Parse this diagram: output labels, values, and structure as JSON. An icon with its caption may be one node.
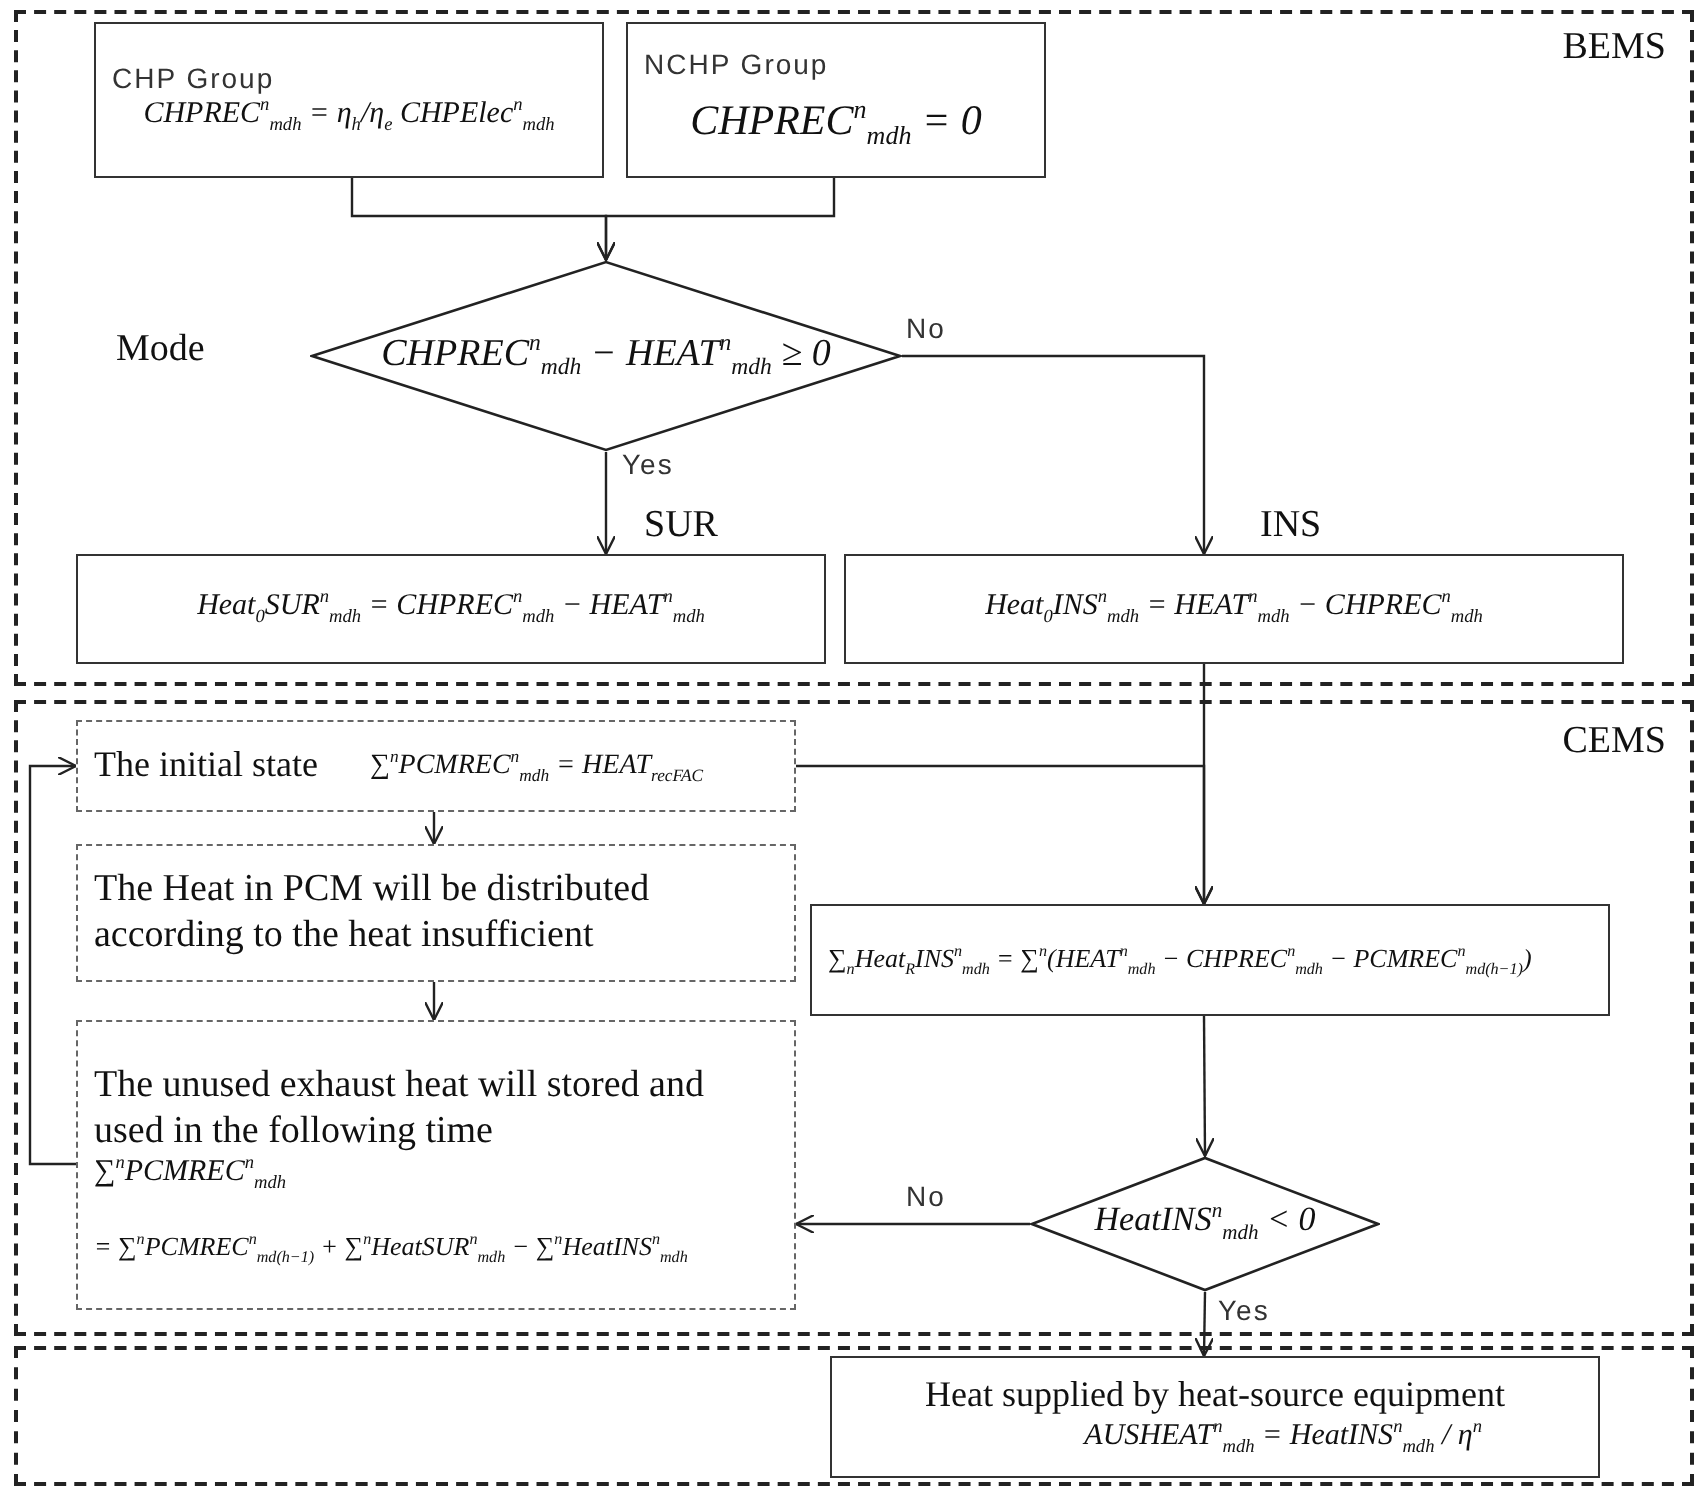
{
  "diagram": {
    "nodes": [
      {
        "text": [
          "BEMS"
        ]
      },
      {
        "text": [
          "CHP Group",
          "CHPREC$^{n}$$_{mdh}$ = η$_{h}$/η$_{e}$ CHPElec$^{n}$$_{mdh}$"
        ],
        "in": 0
      },
      {
        "text": [
          "NCHP Group",
          "CHPREC$^{n}$$_{mdh}$ = 0"
        ],
        "in": 0
      },
      {
        "text": [
          "CHPREC$^{n}$$_{mdh}$ − HEAT$^{n}$$_{mdh}$ ≥ 0"
        ],
        "in": 0
      },
      {
        "text": [
          "Heat$_{0}$SUR$^{n}$$_{mdh}$ = CHPREC$^{n}$$_{mdh}$ − HEAT$^{n}$$_{mdh}$"
        ],
        "in": 0,
        "beside": [
          "SUR"
        ]
      },
      {
        "text": [
          "Heat$_{0}$INS$^{n}$$_{mdh}$ = HEAT$^{n}$$_{mdh}$ − CHPREC$^{n}$$_{mdh}$"
        ],
        "in": 0,
        "beside": [
          "INS"
        ]
      },
      {
        "text": [
          "CEMS"
        ]
      },
      {
        "text": [
          "The initial state",
          "∑$^{n}$PCMREC$^{n}$$_{mdh}$ = HEAT$_{recFAC}$"
        ],
        "in": 6
      },
      {
        "text": [
          "The Heat in PCM will be distributed according to the heat insufficient"
        ],
        "in": 6
      },
      {
        "text": [
          "The unused exhaust heat will stored and used in the following time",
          "∑$^{n}$PCMREC$^{n}$$_{mdh}$",
          "= ∑$^{n}$PCMREC$^{n}$$_{md(h−1)}$ + ∑$^{n}$HeatSUR$^{n}$$_{mdh}$ − ∑$^{n}$HeatINS$^{n}$$_{mdh}$"
        ],
        "in": 6
      },
      {
        "text": [
          "∑$_{n}$Heat$_{R}$INS$^{n}$$_{mdh}$ = ∑$^{n}$(HEAT$^{n}$$_{mdh}$ − CHPREC$^{n}$$_{mdh}$ − PCMREC$^{n}$$_{md(h−1)}$)"
        ],
        "in": 6
      },
      {
        "text": [
          "HeatINS$^{n}$$_{mdh}$ < 0"
        ],
        "in": 6
      },
      {
        "text": [],
        "shape": "box"
      },
      {
        "text": [
          "Heat supplied by heat-source equipment",
          "AUSHEAT$^{n}$$_{mdh}$ = HeatINS$^{n}$$_{mdh}$ / η$^{n}$"
        ],
        "in": 12
      }
    ],
    "edges": [
      {
        "from": 1,
        "to": 3,
        "arrow": "to"
      },
      {
        "from": 2,
        "to": 3,
        "arrow": "to"
      },
      {
        "from": 3,
        "to": 4,
        "arrow": "to",
        "label": "Yes"
      },
      {
        "from": 3,
        "to": 5,
        "arrow": "to",
        "label": "No"
      },
      {
        "from": 5,
        "to": 10,
        "arrow": "to"
      },
      {
        "from": 7,
        "to": 10,
        "arrow": "to"
      },
      {
        "from": 7,
        "to": 8,
        "arrow": "to"
      },
      {
        "from": 8,
        "to": 9,
        "arrow": "to"
      },
      {
        "from": 9,
        "to": 7,
        "arrow": "to"
      },
      {
        "from": 10,
        "to": 11,
        "arrow": "to"
      },
      {
        "from": 11,
        "to": 9,
        "arrow": "to",
        "label": "No"
      },
      {
        "from": 11,
        "to": 13,
        "arrow": "to",
        "label": "Yes"
      }
    ],
    "labels": [
      "Mode"
    ]
  }
}
